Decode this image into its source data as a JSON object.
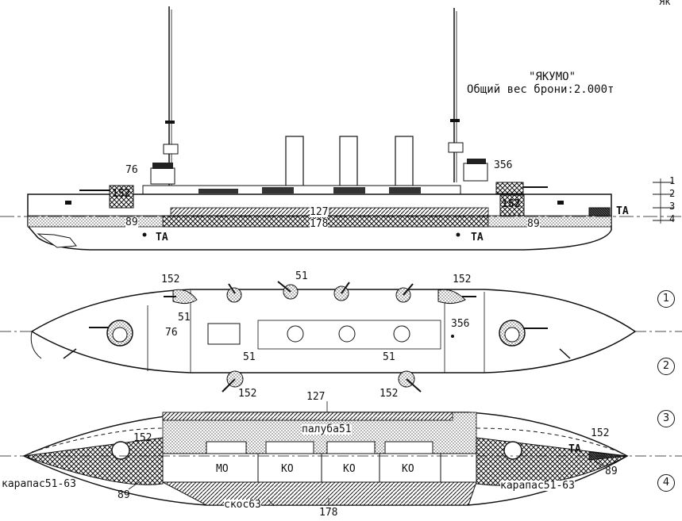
{
  "title": {
    "ship_name": "\"ЯКУМО\"",
    "armor_weight": "Общий вес брони:2.000т"
  },
  "corner_text": "Як",
  "profile_labels": {
    "gun_76": "76",
    "gun_356": "356",
    "casemate_152_fwd": "152",
    "casemate_152_aft": "152",
    "belt_127": "127",
    "belt_178": "178",
    "belt_89_fwd": "89",
    "belt_89_aft": "89",
    "torpedo_fwd": "TA",
    "torpedo_aft": "TA",
    "torpedo_stern": "TA"
  },
  "level_marks": [
    "1",
    "2",
    "3",
    "4"
  ],
  "deck_plan_labels": {
    "top_152_fwd": "152",
    "top_51_fwd": "51",
    "top_51_mid": "51",
    "top_152_aft": "152",
    "top_356": "356",
    "top_76": "76",
    "bot_51_fwd": "51",
    "bot_152_fwd": "152",
    "bot_51_aft": "51",
    "bot_152_aft": "152"
  },
  "section_labels": {
    "label_127": "127",
    "deck": "палуба51",
    "label_152_fwd": "152",
    "label_152_aft": "152",
    "torpedo": "TA",
    "compartments": [
      "МО",
      "КО",
      "КО",
      "КО"
    ],
    "carapace_fwd": "карапас51-63",
    "carapace_aft": "карапас51-63",
    "label_89_fwd": "89",
    "label_89_aft": "89",
    "slope": "скос63",
    "label_178": "178"
  },
  "view_numbers": [
    "1",
    "2",
    "3",
    "4"
  ]
}
